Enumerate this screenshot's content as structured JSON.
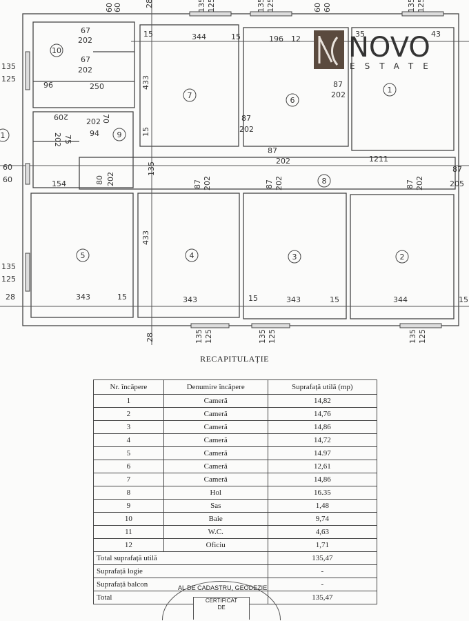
{
  "plan": {
    "rooms": [
      "1",
      "2",
      "3",
      "4",
      "5",
      "6",
      "7",
      "8",
      "9",
      "10"
    ],
    "dims": {
      "d60a": "60",
      "d60b": "60",
      "d28top": "28",
      "d135top": "135",
      "d125top": "125",
      "d135t2": "135",
      "d125t2": "125",
      "d60c": "60",
      "d60d": "60",
      "d135t3": "135",
      "d125t3": "125",
      "d67a": "67",
      "d202a": "202",
      "d67b": "67",
      "d202b": "202",
      "d96": "96",
      "d250": "250",
      "d15a": "15",
      "d344a": "344",
      "d15b": "15",
      "d196": "196",
      "d12": "12",
      "d35": "35",
      "d43": "43",
      "d433a": "433",
      "d87a": "87",
      "d202c": "202",
      "d87b": "87",
      "d202d": "202",
      "d87c": "87",
      "d202e": "202",
      "d1211": "1211",
      "d87d": "87",
      "d205": "205",
      "d209": "209",
      "d70": "70",
      "d202f": "202",
      "d94": "94",
      "d75": "75",
      "d202g": "202",
      "d15c": "15",
      "d135mid": "135",
      "d154": "154",
      "d80": "80",
      "d202h": "202",
      "d87e": "87",
      "d202i": "202",
      "d87f": "87",
      "d202j": "202",
      "d87g": "87",
      "d202k": "202",
      "dl135": "135",
      "dl125": "125",
      "dl60": "60",
      "dl60b": "60",
      "dl135b": "135",
      "dl125b": "125",
      "d28l": "28",
      "d1l": "1",
      "d433b": "433",
      "d343a": "343",
      "d15d": "15",
      "d343b": "343",
      "d15e": "15",
      "d343c": "343",
      "d15f": "15",
      "d344b": "344",
      "d15g": "15",
      "d28b": "28",
      "db135a": "135",
      "db125a": "125",
      "db135b": "135",
      "db125b": "125",
      "db135c": "135",
      "db125c": "125"
    }
  },
  "logo": {
    "brand": "NOVO",
    "sub": "ESTATE",
    "color": "#5a4a3e"
  },
  "recap": {
    "title": "RECAPITULAȚIE",
    "headers": [
      "Nr. încăpere",
      "Denumire încăpere",
      "Suprafață utilă (mp)"
    ],
    "rows": [
      [
        "1",
        "Cameră",
        "14,82"
      ],
      [
        "2",
        "Cameră",
        "14,76"
      ],
      [
        "3",
        "Cameră",
        "14,86"
      ],
      [
        "4",
        "Cameră",
        "14,72"
      ],
      [
        "5",
        "Cameră",
        "14.97"
      ],
      [
        "6",
        "Cameră",
        "12,61"
      ],
      [
        "7",
        "Cameră",
        "14,86"
      ],
      [
        "8",
        "Hol",
        "16.35"
      ],
      [
        "9",
        "Sas",
        "1,48"
      ],
      [
        "10",
        "Baie",
        "9,74"
      ],
      [
        "11",
        "W.C.",
        "4,63"
      ],
      [
        "12",
        "Oficiu",
        "1,71"
      ]
    ],
    "totals": [
      {
        "label": "Total suprafață utilă",
        "value": "135,47"
      },
      {
        "label": "Suprafață logie",
        "value": "-"
      },
      {
        "label": "Suprafață balcon",
        "value": "-"
      },
      {
        "label": "Total",
        "value": "135,47"
      }
    ]
  },
  "stamp": {
    "ring": "AL DE CADASTRU, GEODEZIE",
    "box_line1": "CERTIFICAT",
    "box_line2": "DE"
  }
}
